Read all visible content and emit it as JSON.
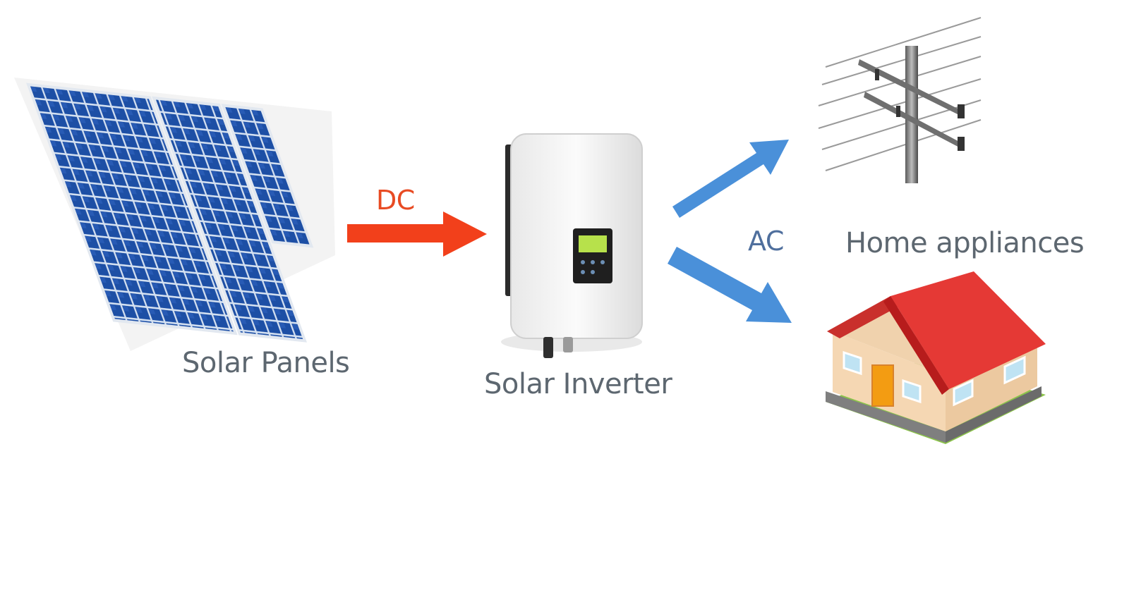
{
  "diagram": {
    "nodes": {
      "panels": {
        "label": "Solar Panels",
        "icon": "solar-panel-icon"
      },
      "inverter": {
        "label": "Solar Inverter",
        "icon": "solar-inverter-icon"
      },
      "grid": {
        "icon": "power-pole-icon"
      },
      "home": {
        "label": "Home appliances",
        "icon": "house-icon"
      }
    },
    "edges": {
      "dc": {
        "label": "DC",
        "from": "panels",
        "to": "inverter",
        "color": "#f2401b"
      },
      "ac": {
        "label": "AC",
        "from": "inverter",
        "to": [
          "grid",
          "home"
        ],
        "color": "#4a90d9"
      }
    }
  }
}
